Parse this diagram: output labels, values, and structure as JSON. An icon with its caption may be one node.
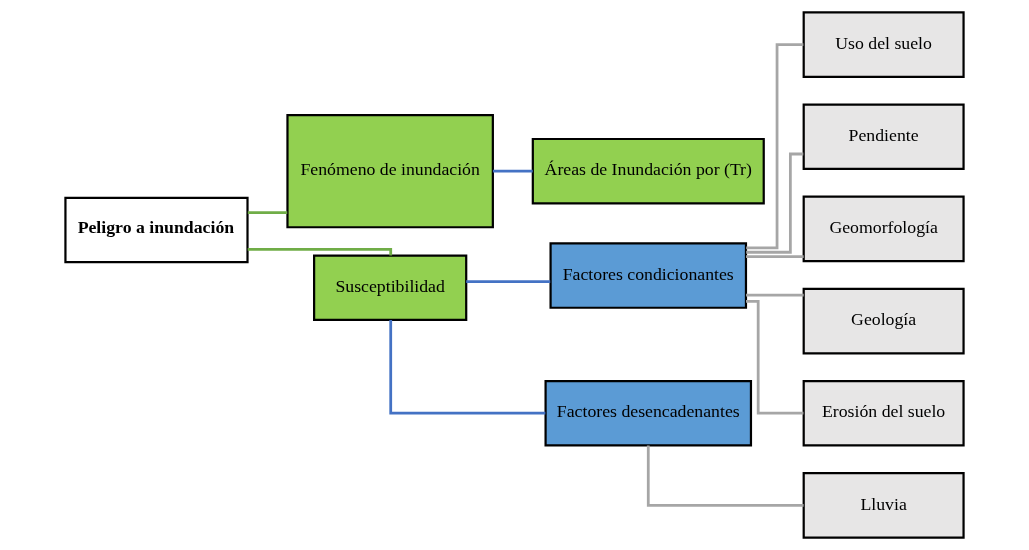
{
  "diagram": {
    "nodes": [
      {
        "text": [
          "Peligro a inundación"
        ]
      },
      {
        "text": [
          "Fenómeno de inundación"
        ]
      },
      {
        "text": [
          "Susceptibilidad"
        ]
      },
      {
        "text": [
          "Áreas de Inundación por (Tr)"
        ]
      },
      {
        "text": [
          "Factores condicionantes"
        ]
      },
      {
        "text": [
          "Factores desencadenantes"
        ]
      },
      {
        "text": [
          "Uso del suelo"
        ]
      },
      {
        "text": [
          "Pendiente"
        ]
      },
      {
        "text": [
          "Geomorfología"
        ]
      },
      {
        "text": [
          "Geología"
        ]
      },
      {
        "text": [
          "Erosión del suelo"
        ]
      },
      {
        "text": [
          "Lluvia"
        ]
      }
    ],
    "edges": [
      {
        "from": 0,
        "to": 1,
        "arrow": "none",
        "color": "#70ad47"
      },
      {
        "from": 0,
        "to": 2,
        "arrow": "none",
        "color": "#70ad47"
      },
      {
        "from": 1,
        "to": 3,
        "arrow": "none",
        "color": "#4472c4"
      },
      {
        "from": 2,
        "to": 4,
        "arrow": "none",
        "color": "#4472c4"
      },
      {
        "from": 2,
        "to": 5,
        "arrow": "none",
        "color": "#4472c4"
      },
      {
        "from": 4,
        "to": 6,
        "arrow": "none"
      },
      {
        "from": 4,
        "to": 7,
        "arrow": "none"
      },
      {
        "from": 4,
        "to": 8,
        "arrow": "none"
      },
      {
        "from": 4,
        "to": 9,
        "arrow": "none"
      },
      {
        "from": 4,
        "to": 10,
        "arrow": "none"
      },
      {
        "from": 5,
        "to": 11,
        "arrow": "none"
      }
    ]
  }
}
